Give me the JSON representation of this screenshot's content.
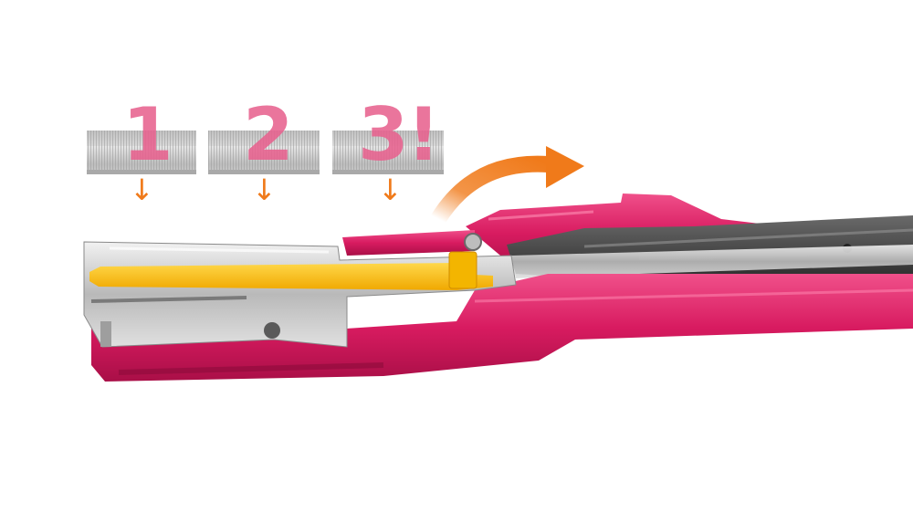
{
  "steps": [
    {
      "label": "1"
    },
    {
      "label": "2"
    },
    {
      "label": "3!"
    }
  ],
  "arrow_glyph": "↓",
  "colors": {
    "stapler_body": "#d81b60",
    "step_number": "#e8628f",
    "arrow": "#f07a1a",
    "staple_pusher": "#f6c21d",
    "metal": "#c8c8c8",
    "handle": "#4a4a4a"
  }
}
